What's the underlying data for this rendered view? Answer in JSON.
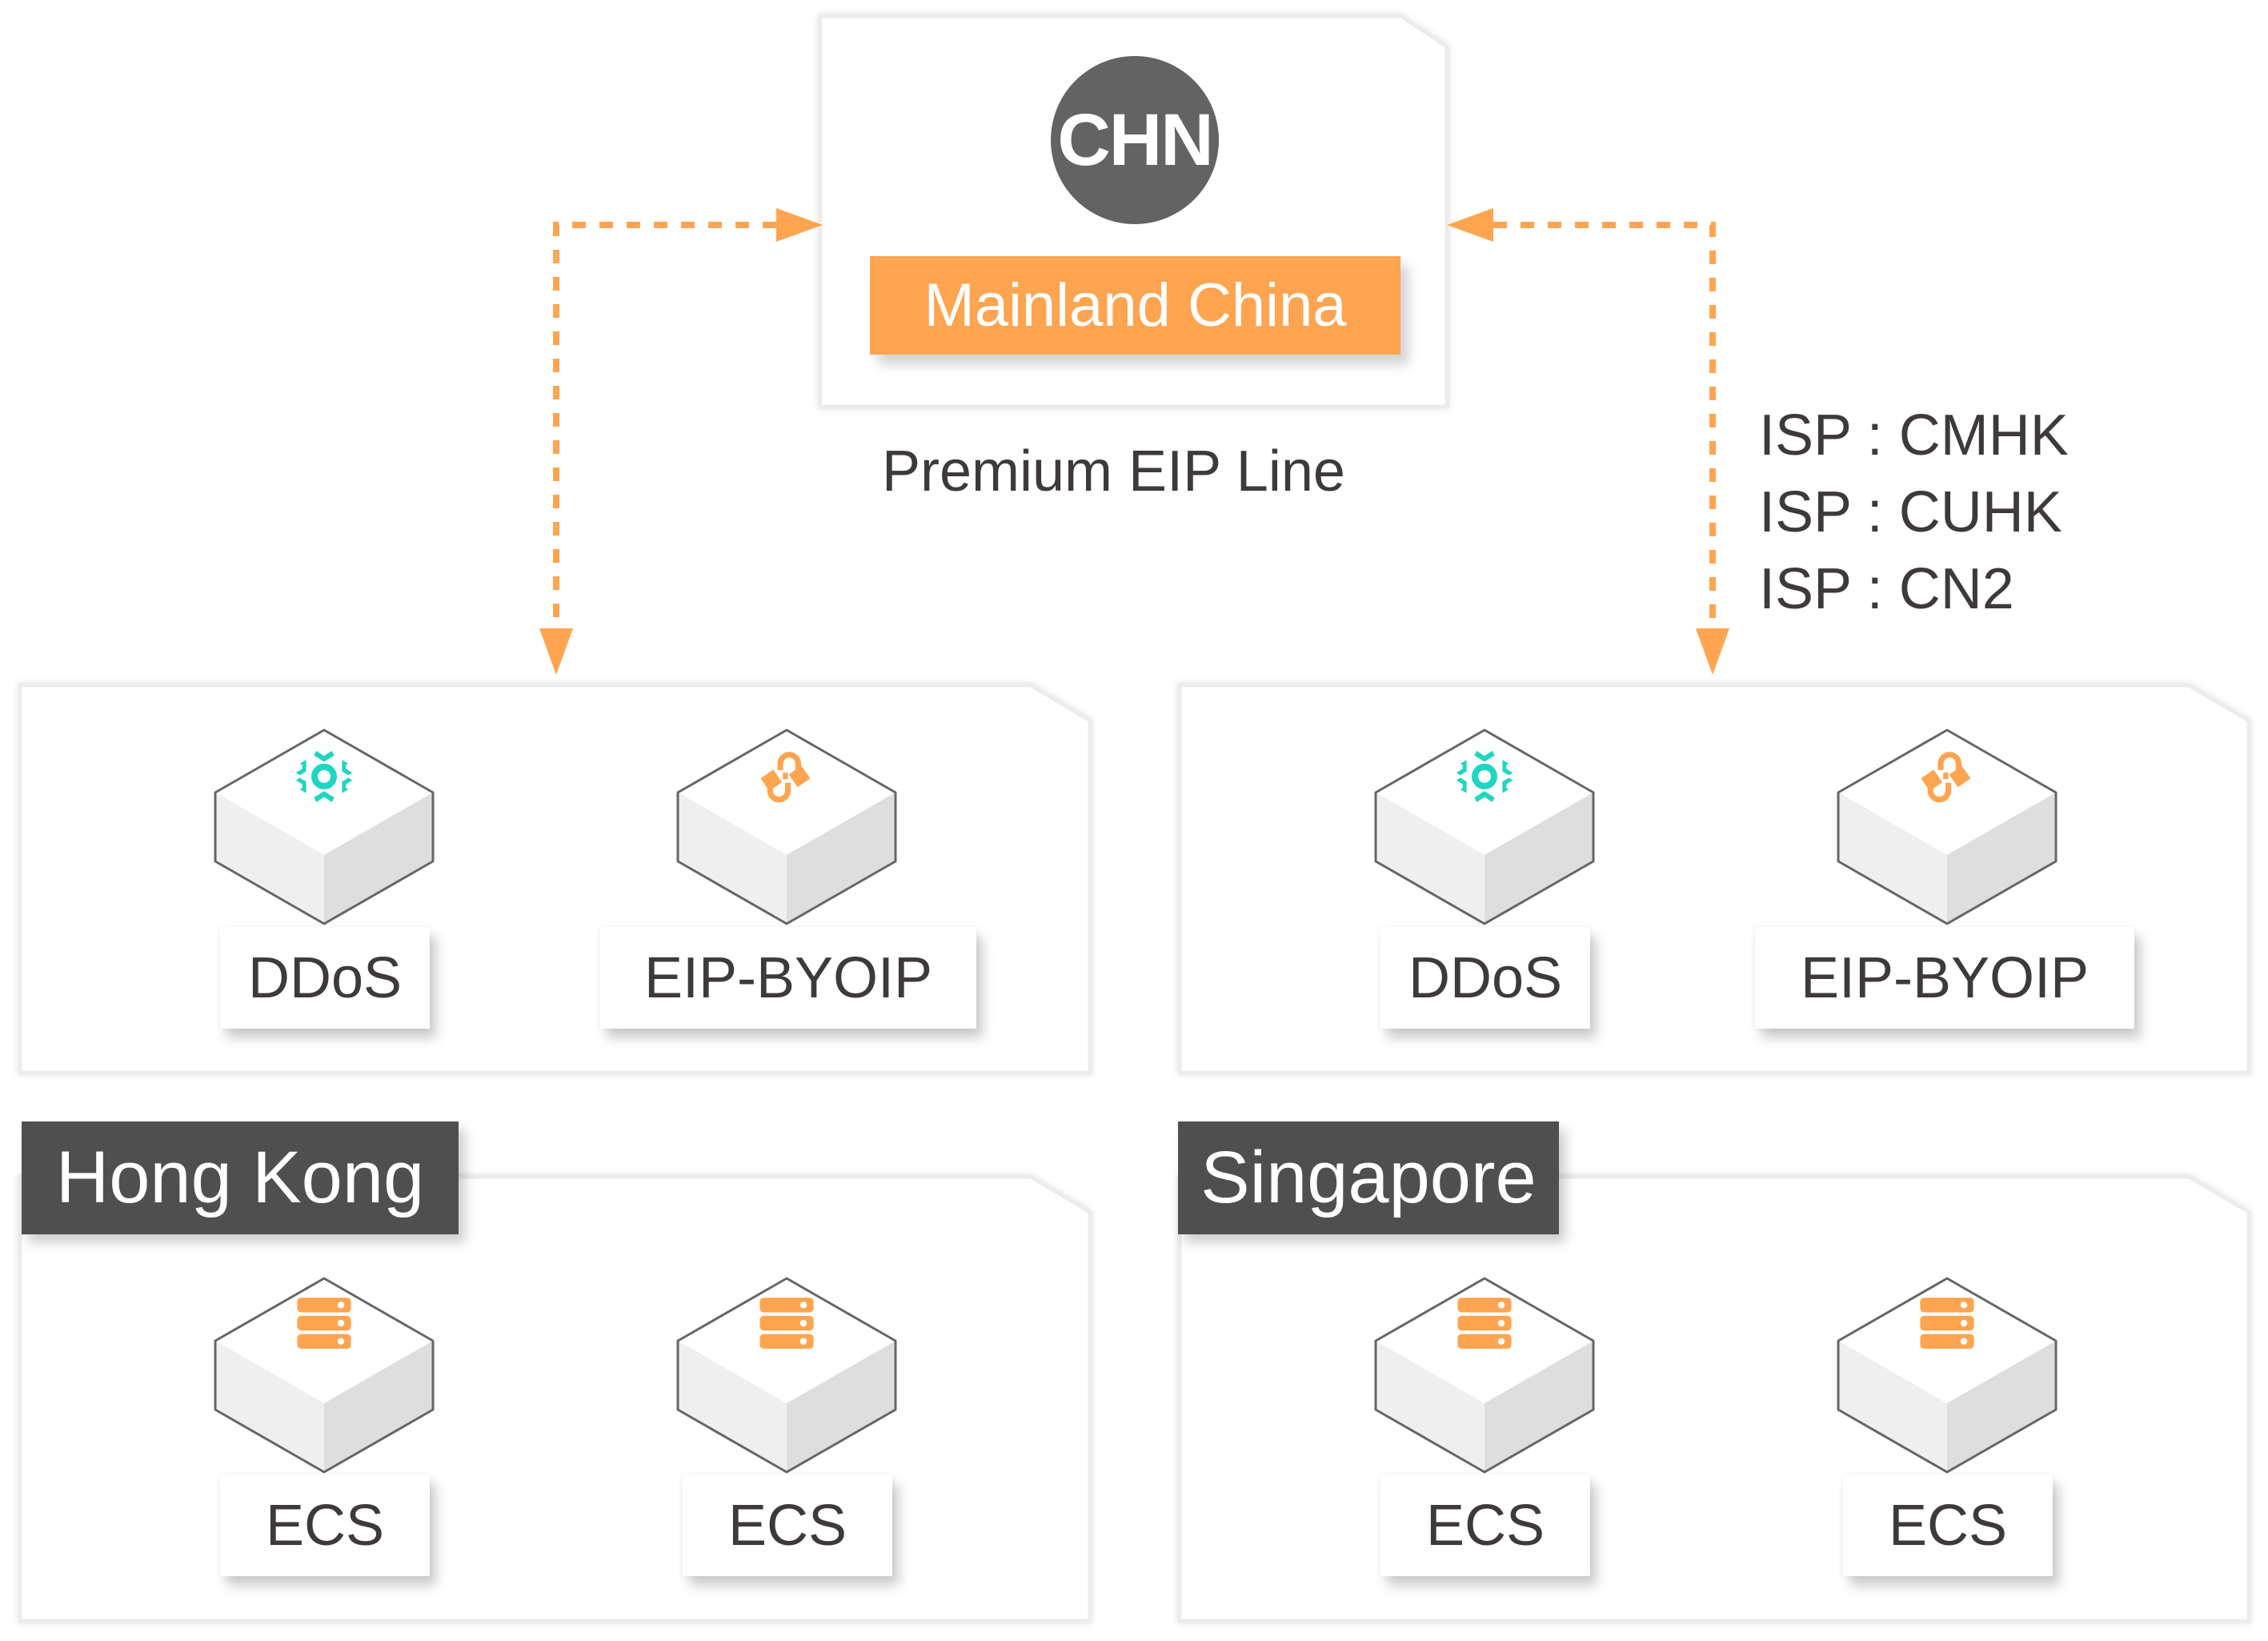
{
  "colors": {
    "accent_orange": "#ffa450",
    "teal_icon": "#1ed6c1",
    "dark_label": "#4f4f4f",
    "circle_gray": "#636363",
    "text": "#3d3a39"
  },
  "origin": {
    "badge": "CHN",
    "banner": "Mainland China",
    "caption": "Premium EIP Line"
  },
  "isp_list": [
    "ISP : CMHK",
    "ISP : CUHK",
    "ISP : CN2"
  ],
  "regions": [
    {
      "name": "Hong Kong",
      "edge_services": [
        {
          "label": "DDoS",
          "icon": "ddos-gear-icon"
        },
        {
          "label": "EIP-BYOIP",
          "icon": "cable-plug-icon"
        }
      ],
      "compute": [
        {
          "label": "ECS",
          "icon": "server-stack-icon"
        },
        {
          "label": "ECS",
          "icon": "server-stack-icon"
        }
      ]
    },
    {
      "name": "Singapore",
      "edge_services": [
        {
          "label": "DDoS",
          "icon": "ddos-gear-icon"
        },
        {
          "label": "EIP-BYOIP",
          "icon": "cable-plug-icon"
        }
      ],
      "compute": [
        {
          "label": "ECS",
          "icon": "server-stack-icon"
        },
        {
          "label": "ECS",
          "icon": "server-stack-icon"
        }
      ]
    }
  ],
  "connections": [
    {
      "from": "Mainland China",
      "to": "Hong Kong",
      "style": "dashed",
      "direction": "bidirectional"
    },
    {
      "from": "Mainland China",
      "to": "Singapore",
      "style": "dashed",
      "direction": "bidirectional"
    }
  ]
}
